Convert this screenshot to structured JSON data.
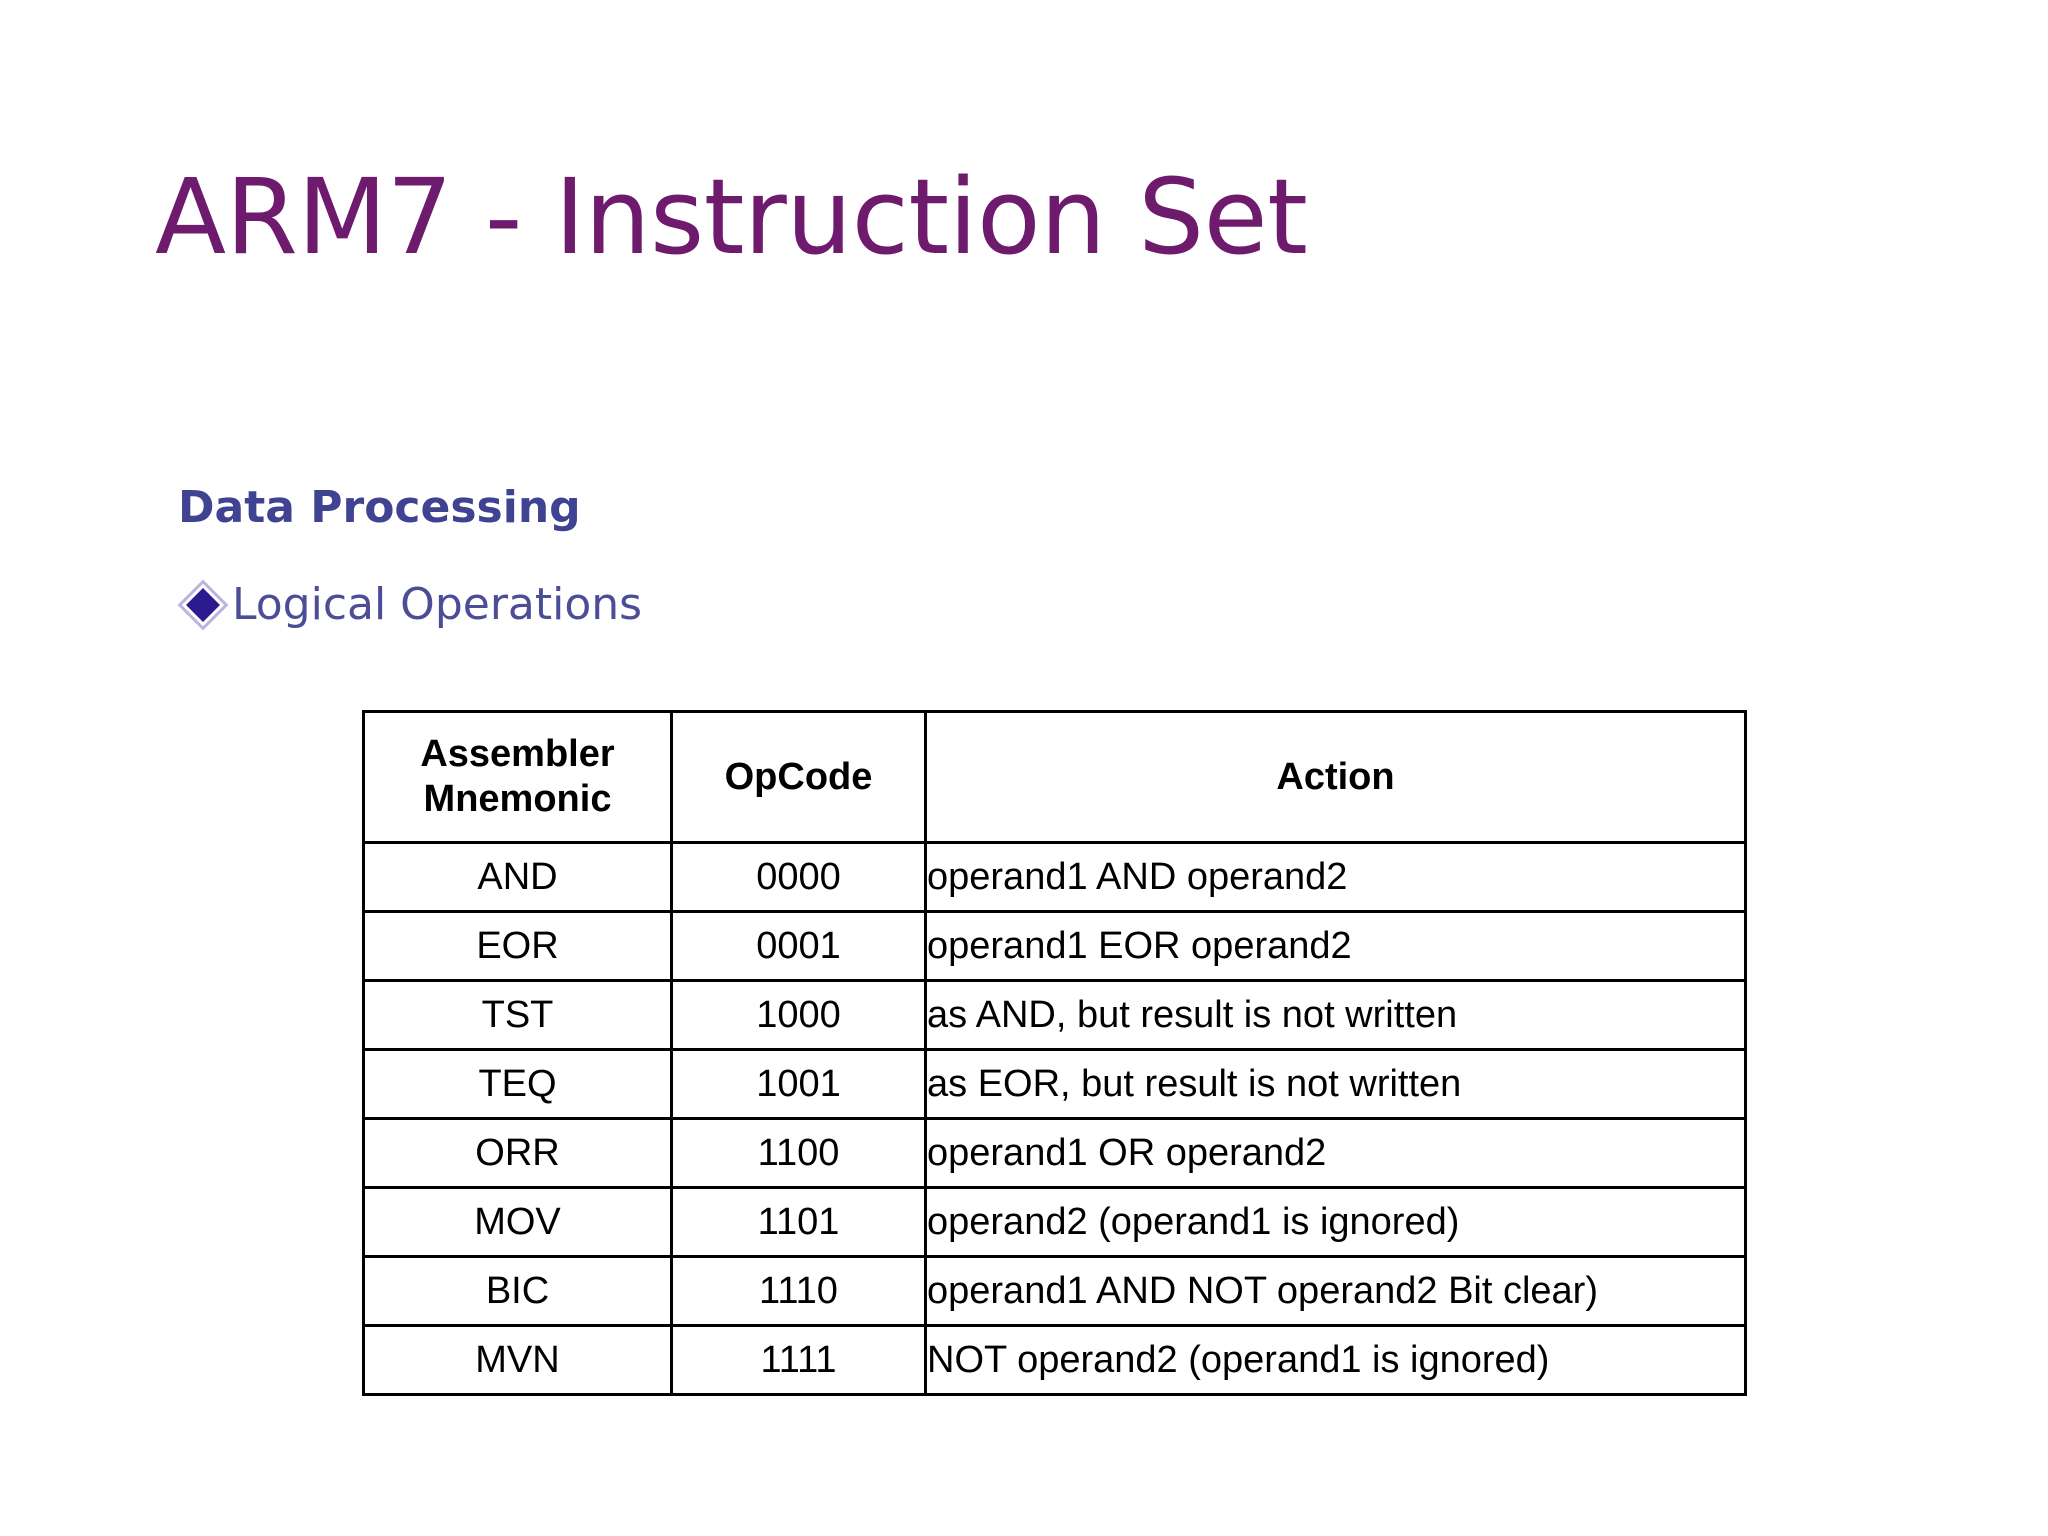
{
  "slide": {
    "title": "ARM7 - Instruction Set",
    "section_heading": "Data Processing",
    "bullet": {
      "icon": "diamond-bullet-icon",
      "label": "Logical Operations"
    },
    "colors": {
      "title": "#6E1B6E",
      "heading": "#3F4391",
      "bullet_text": "#4B4E96",
      "bullet_diamond": "#2B1B8F",
      "table_border": "#000000",
      "background": "#FFFFFF"
    }
  },
  "table": {
    "headers": [
      "Assembler Mnemonic",
      "OpCode",
      "Action"
    ],
    "header_lines": [
      [
        "Assembler",
        "Mnemonic"
      ],
      [
        "OpCode"
      ],
      [
        "Action"
      ]
    ],
    "rows": [
      {
        "mnemonic": "AND",
        "opcode": "0000",
        "action": "operand1 AND operand2"
      },
      {
        "mnemonic": "EOR",
        "opcode": "0001",
        "action": "operand1 EOR operand2"
      },
      {
        "mnemonic": "TST",
        "opcode": "1000",
        "action": "as AND, but result is not written"
      },
      {
        "mnemonic": "TEQ",
        "opcode": "1001",
        "action": "as EOR, but result is not written"
      },
      {
        "mnemonic": "ORR",
        "opcode": "1100",
        "action": "operand1 OR operand2"
      },
      {
        "mnemonic": "MOV",
        "opcode": "1101",
        "action": "operand2 (operand1 is ignored)"
      },
      {
        "mnemonic": "BIC",
        "opcode": "1110",
        "action": "operand1 AND NOT operand2 Bit clear)"
      },
      {
        "mnemonic": "MVN",
        "opcode": "1111",
        "action": "NOT operand2 (operand1 is ignored)"
      }
    ]
  }
}
